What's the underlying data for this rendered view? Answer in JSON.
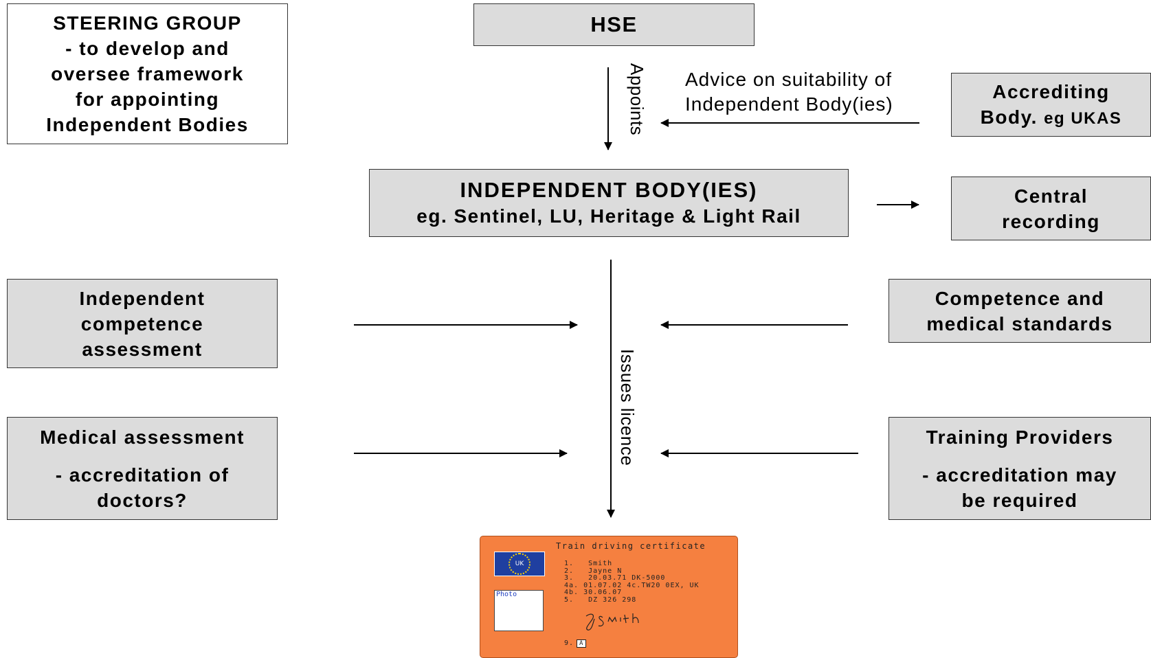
{
  "boxes": {
    "steering_group": [
      "STEERING GROUP",
      "- to develop and",
      "oversee framework",
      "for appointing",
      "Independent Bodies"
    ],
    "hse": "HSE",
    "accrediting_body": {
      "line1": "Accrediting",
      "line2_main": "Body.",
      "line2_small": "eg UKAS"
    },
    "independent_body": {
      "title": "INDEPENDENT BODY(IES)",
      "subtitle": "eg. Sentinel, LU, Heritage & Light Rail"
    },
    "central_recording": [
      "Central",
      "recording"
    ],
    "independent_assessment": [
      "Independent",
      "competence",
      "assessment"
    ],
    "competence_standards": [
      "Competence and",
      "medical standards"
    ],
    "medical_assessment": {
      "title": "Medical assessment",
      "sub": [
        "- accreditation of",
        "doctors?"
      ]
    },
    "training_providers": {
      "title": "Training Providers",
      "sub": [
        "- accreditation may",
        "be required"
      ]
    }
  },
  "labels": {
    "appoints": "Appoints",
    "advice": [
      "Advice on suitability of",
      "Independent Body(ies)"
    ],
    "issues_licence": "Issues licence"
  },
  "certificate": {
    "title": "Train driving certificate",
    "flag_text": "UK",
    "photo_label": "Photo",
    "fields": [
      "1.   Smith",
      "2.   Jayne N",
      "3.   20.03.71 DK-5000",
      "4a. 01.07.02 4c.TW20 0EX, UK",
      "4b. 30.06.07",
      "5.   DZ 326 298"
    ],
    "category_label": "9.",
    "category_value": "A"
  },
  "colors": {
    "box_fill": "#dcdcdc",
    "certificate_fill": "#f58040",
    "flag_blue": "#1f3fa0"
  }
}
